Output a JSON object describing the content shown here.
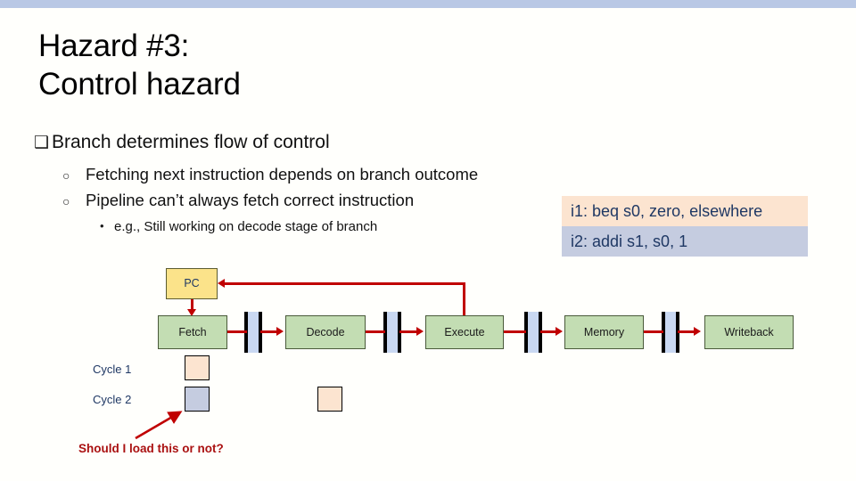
{
  "slide": {
    "title_line1": "Hazard #3:",
    "title_line2": "Control hazard",
    "accent_bar_color": "#b9c8e5"
  },
  "bullets": {
    "level1": {
      "marker": "❑",
      "text": "Branch determines flow of control"
    },
    "level2": [
      {
        "marker": "○",
        "text": "Fetching next instruction depends on branch outcome"
      },
      {
        "marker": "○",
        "text": "Pipeline can’t always fetch correct instruction"
      }
    ],
    "level3": [
      {
        "marker": "•",
        "text": "e.g., Still working on decode stage of branch"
      }
    ]
  },
  "instructions": [
    {
      "text": "i1: beq s0, zero, elsewhere",
      "bg": "#fce4d0",
      "fg": "#1f3864"
    },
    {
      "text": "i2: addi s1, s0, 1",
      "bg": "#c5cce0",
      "fg": "#1f3864"
    }
  ],
  "pipeline": {
    "pc_label": "PC",
    "pc_color": "#fbe38a",
    "stage_color": "#c3ddb3",
    "latch_color": "#c9d8f2",
    "connector_color": "#c00000",
    "stages": [
      {
        "label": "Fetch"
      },
      {
        "label": "Decode"
      },
      {
        "label": "Execute"
      },
      {
        "label": "Memory"
      },
      {
        "label": "Writeback"
      }
    ]
  },
  "cycles": {
    "rows": [
      {
        "label": "Cycle 1"
      },
      {
        "label": "Cycle 2"
      }
    ],
    "cells": [
      {
        "row": "Cycle 1",
        "stage": "Fetch",
        "color": "#fce4d0"
      },
      {
        "row": "Cycle 2",
        "stage": "Fetch",
        "color": "#c5cce0"
      },
      {
        "row": "Cycle 2",
        "stage": "Decode",
        "color": "#fce4d0"
      }
    ]
  },
  "annotation": {
    "text": "Should I load this or not?",
    "color": "#aa1111"
  }
}
